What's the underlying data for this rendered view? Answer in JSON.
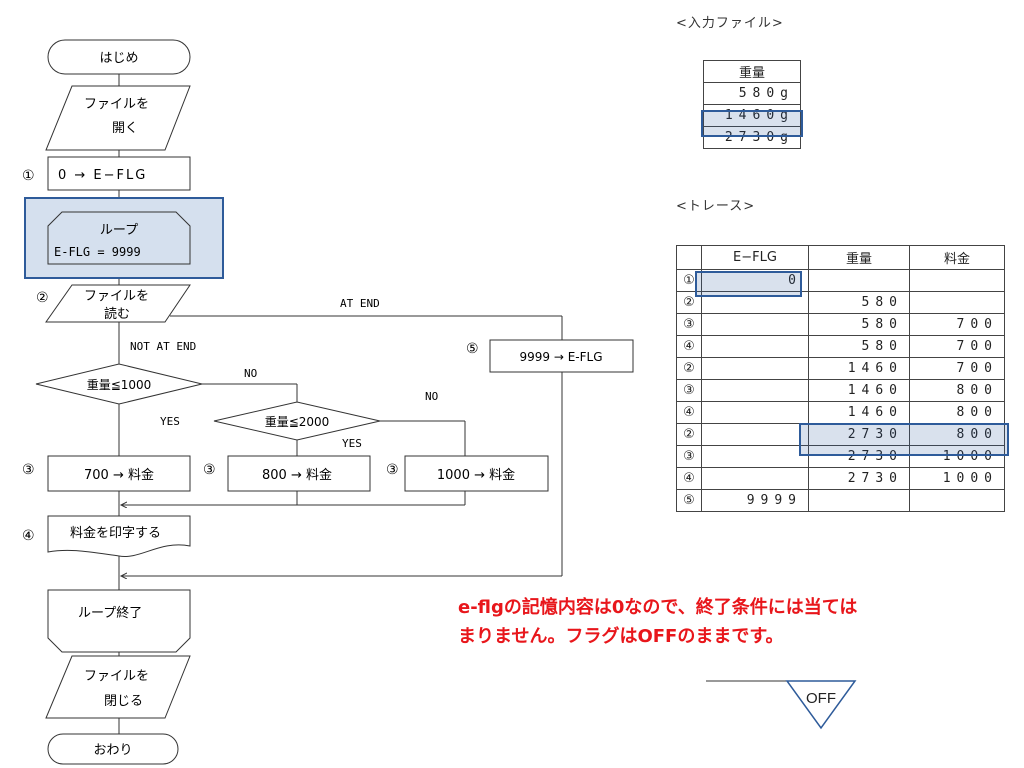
{
  "flowchart": {
    "start": "はじめ",
    "open_file_1": "ファイルを",
    "open_file_2": "開く",
    "step1_marker": "①",
    "step1": "0 → E−FLG",
    "loop_title": "ループ",
    "loop_cond": "E-FLG = 9999",
    "step2_marker": "②",
    "read_1": "ファイルを",
    "read_2": "読む",
    "at_end": "AT END",
    "not_at_end": "NOT AT END",
    "step5_marker": "⑤",
    "step5": "9999 → E-FLG",
    "cond1": "重量≦1000",
    "cond2": "重量≦2000",
    "yes": "YES",
    "no": "NO",
    "step3_marker": "③",
    "assign_700": "700 → 料金",
    "assign_800": "800 → 料金",
    "assign_1000": "1000 → 料金",
    "step4_marker": "④",
    "print": "料金を印字する",
    "loop_end": "ループ終了",
    "close_1": "ファイルを",
    "close_2": "閉じる",
    "end": "おわり"
  },
  "input_file": {
    "heading": "<入力ファイル>",
    "column": "重量",
    "rows": [
      "580g",
      "1460g",
      "2730g"
    ]
  },
  "trace": {
    "heading": "<トレース>",
    "columns": [
      "E−FLG",
      "重量",
      "料金"
    ],
    "rows": [
      {
        "step": "①",
        "eflg": "0",
        "weight": "",
        "fee": ""
      },
      {
        "step": "②",
        "eflg": "",
        "weight": "580",
        "fee": ""
      },
      {
        "step": "③",
        "eflg": "",
        "weight": "580",
        "fee": "700"
      },
      {
        "step": "④",
        "eflg": "",
        "weight": "580",
        "fee": "700"
      },
      {
        "step": "②",
        "eflg": "",
        "weight": "1460",
        "fee": "700"
      },
      {
        "step": "③",
        "eflg": "",
        "weight": "1460",
        "fee": "800"
      },
      {
        "step": "④",
        "eflg": "",
        "weight": "1460",
        "fee": "800"
      },
      {
        "step": "②",
        "eflg": "",
        "weight": "2730",
        "fee": "800"
      },
      {
        "step": "③",
        "eflg": "",
        "weight": "2730",
        "fee": "1000"
      },
      {
        "step": "④",
        "eflg": "",
        "weight": "2730",
        "fee": "1000"
      },
      {
        "step": "⑤",
        "eflg": "9999",
        "weight": "",
        "fee": ""
      }
    ]
  },
  "note": {
    "line1": "e-flgの記憶内容は0なので、終了条件には当ては",
    "line2": "まりません。フラグはOFFのままです。"
  },
  "flag_state": "OFF",
  "colors": {
    "highlight_border": "#2e5b9a",
    "note_text": "#e8161b"
  }
}
